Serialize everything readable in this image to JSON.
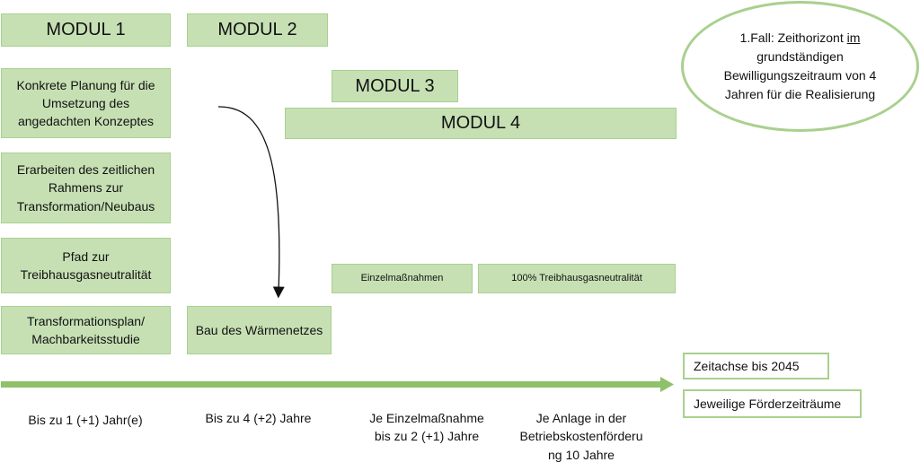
{
  "modules": {
    "m1": "MODUL 1",
    "m2": "MODUL 2",
    "m3": "MODUL 3",
    "m4": "MODUL 4"
  },
  "steps": {
    "planning": "Konkrete Planung für die Umsetzung des angedachten Konzeptes",
    "timeframe": "Erarbeiten des zeitlichen Rahmens zur Transformation/Neubaus",
    "path": "Pfad zur Treibhausgasneutralität",
    "plan": "Transformationsplan/ Machbarkeitsstudie",
    "network": "Bau des Wärmenetzes",
    "single_measures": "Einzelmaßnahmen",
    "ghg_neutral": "100% Treibhausgasneutralität"
  },
  "case_note": {
    "before": "1.Fall: Zeithorizont ",
    "underlined": "im",
    "after": " grundständigen Bewilligungszeitraum von 4 Jahren für die Realisierung"
  },
  "legend": {
    "timeline": "Zeitachse bis 2045",
    "funding": "Jeweilige Förderzeiträume"
  },
  "timeline_labels": {
    "l1": "Bis zu 1 (+1) Jahr(e)",
    "l2": "Bis zu 4 (+2) Jahre",
    "l3": "Je Einzelmaßnahme bis zu 2 (+1) Jahre",
    "l4": "Je Anlage in der Betriebskostenförderu ng 10 Jahre"
  },
  "colors": {
    "box_fill": "#c6e0b4",
    "box_border": "#a9d08e",
    "arrow": "#8fc06a"
  }
}
